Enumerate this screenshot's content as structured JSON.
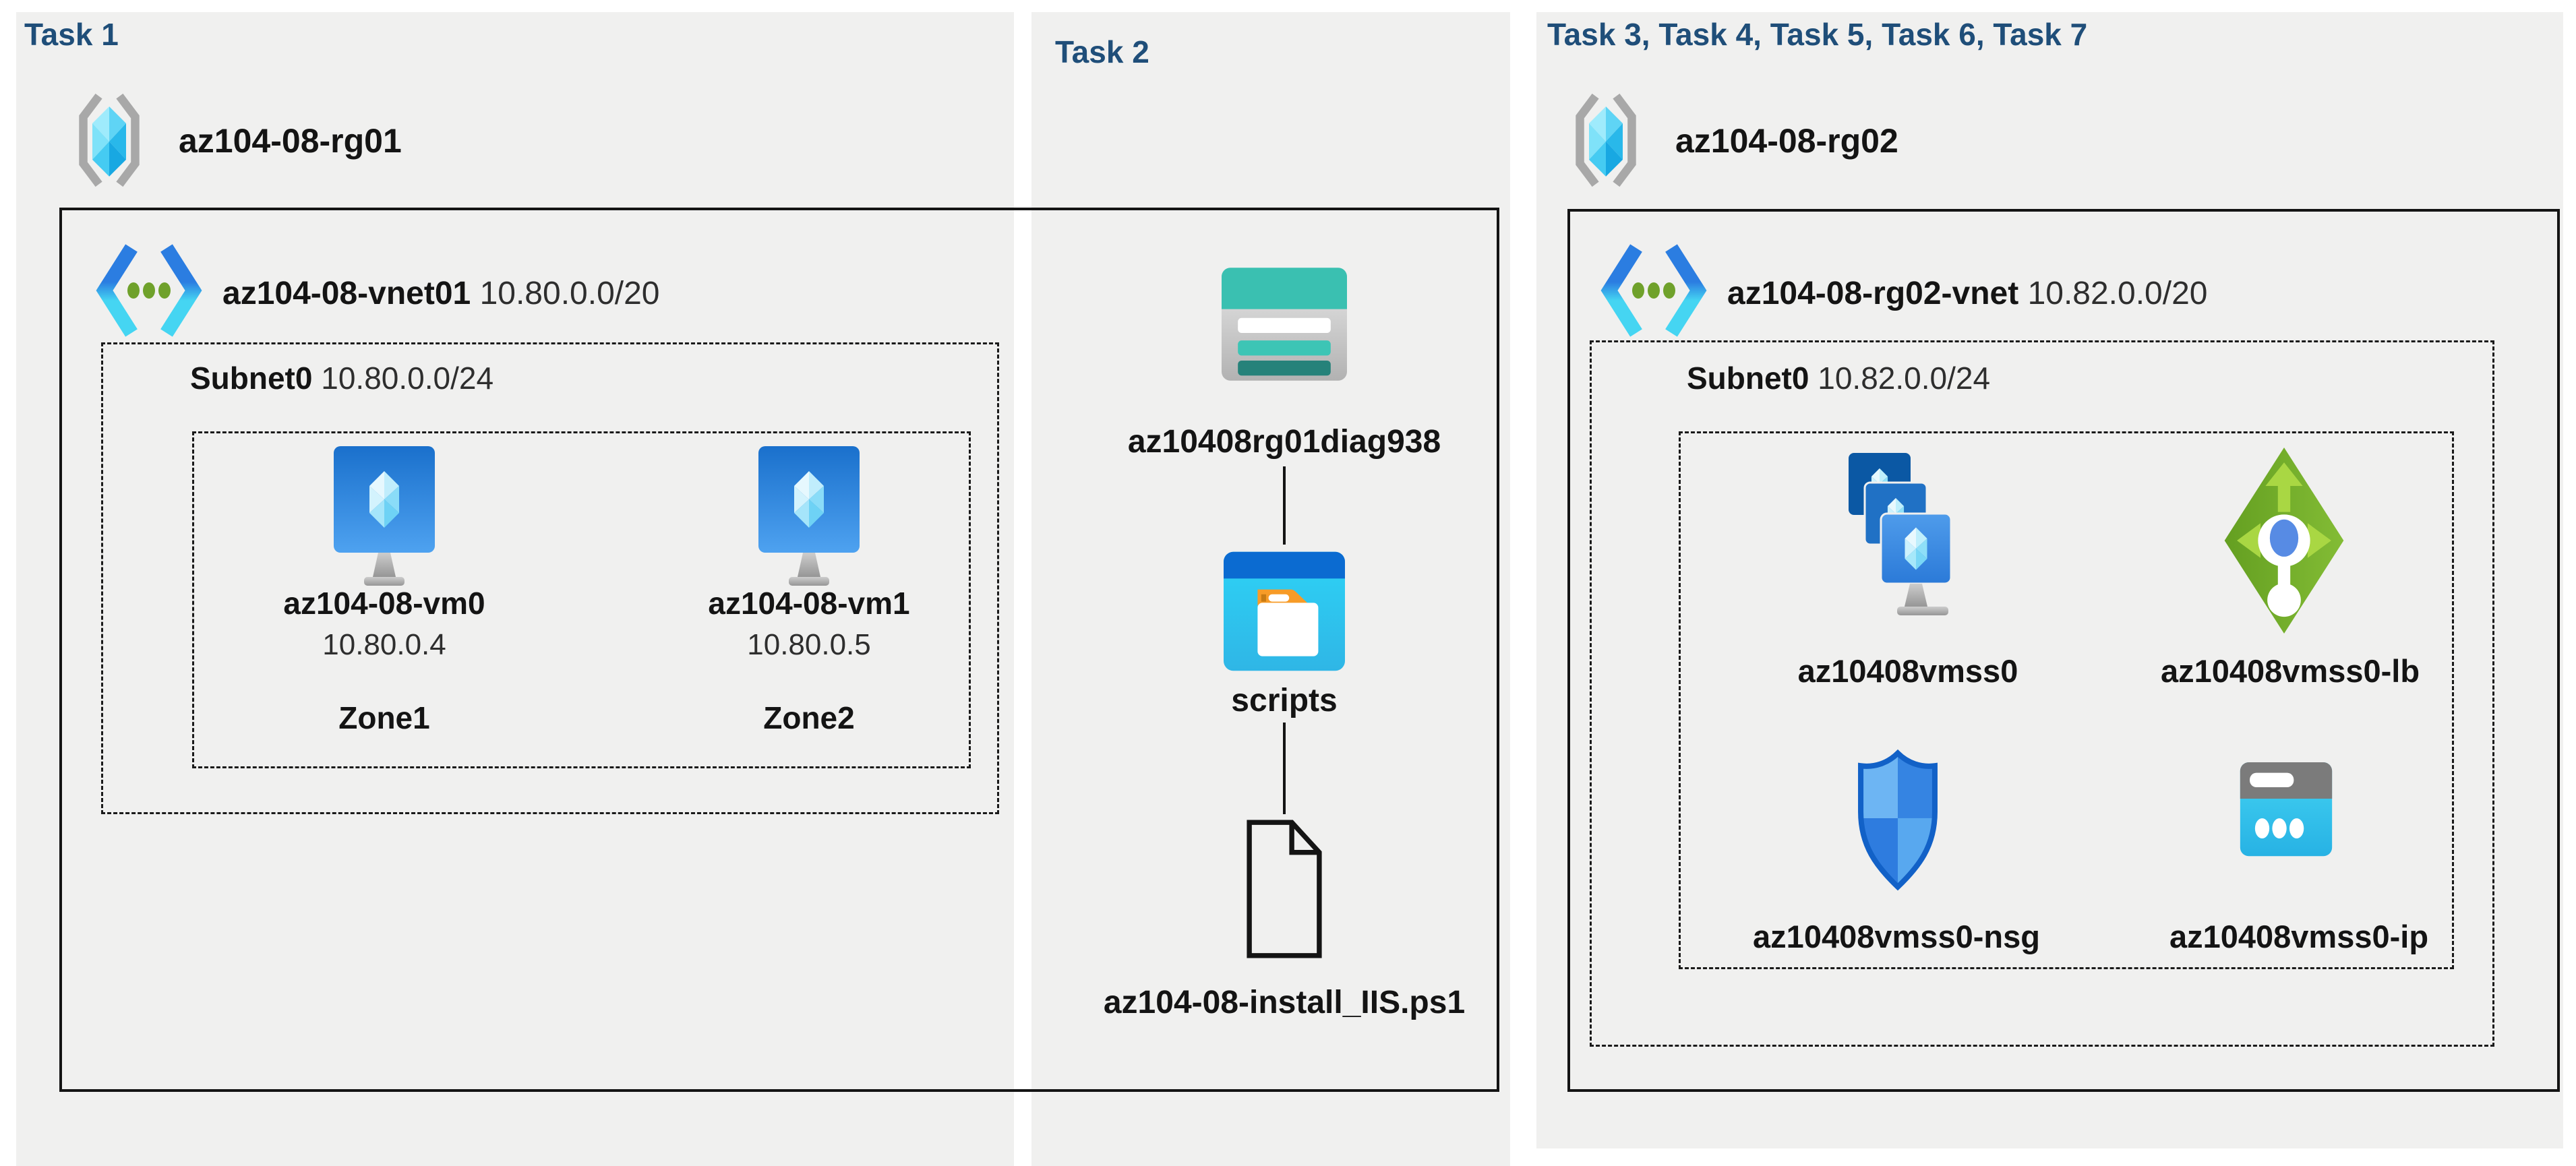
{
  "colors": {
    "task_title_navy": "#1f4e79",
    "panel_background": "#f0f0ef",
    "boundary_line": "#141414",
    "storage_teal": "#3ac0b1",
    "storage_teal_dark": "#26827a",
    "folder_blue": "#0b6bd1",
    "folder_cyan": "#2ed3f6",
    "folder_tab_orange": "#f79b27",
    "lb_green": "#6faa28",
    "nsg_blue": "#3584e2",
    "ip_cyan": "#35c6ee",
    "vnet_dot_green": "#6fa12b"
  },
  "icons": {
    "resource_group": "resource-group-icon",
    "virtual_network": "virtual-network-icon",
    "virtual_machine": "virtual-machine-icon",
    "storage_account": "storage-account-icon",
    "blob_container": "blob-container-folder-icon",
    "script_file": "script-file-icon",
    "vm_scale_set": "vm-scale-set-icon",
    "load_balancer": "load-balancer-icon",
    "network_security_group": "network-security-group-shield-icon",
    "public_ip": "public-ip-icon"
  },
  "panels": [
    {
      "title": "Task 1",
      "resource_group": "az104-08-rg01",
      "vnet_name": "az104-08-vnet01",
      "vnet_cidr": "10.80.0.0/20",
      "subnet_name": "Subnet0",
      "subnet_cidr": "10.80.0.0/24",
      "vms": [
        {
          "name": "az104-08-vm0",
          "ip": "10.80.0.4",
          "zone": "Zone1"
        },
        {
          "name": "az104-08-vm1",
          "ip": "10.80.0.5",
          "zone": "Zone2"
        }
      ]
    },
    {
      "title": "Task 2",
      "storage_account": "az10408rg01diag938",
      "container": "scripts",
      "script_file": "az104-08-install_IIS.ps1"
    },
    {
      "title": "Task 3, Task 4, Task 5, Task 6, Task 7",
      "resource_group": "az104-08-rg02",
      "vnet_name": "az104-08-rg02-vnet",
      "vnet_cidr": "10.82.0.0/20",
      "subnet_name": "Subnet0",
      "subnet_cidr": "10.82.0.0/24",
      "resources": [
        {
          "name": "az10408vmss0",
          "type": "vm-scale-set"
        },
        {
          "name": "az10408vmss0-lb",
          "type": "load-balancer"
        },
        {
          "name": "az10408vmss0-nsg",
          "type": "network-security-group"
        },
        {
          "name": "az10408vmss0-ip",
          "type": "public-ip"
        }
      ]
    }
  ]
}
